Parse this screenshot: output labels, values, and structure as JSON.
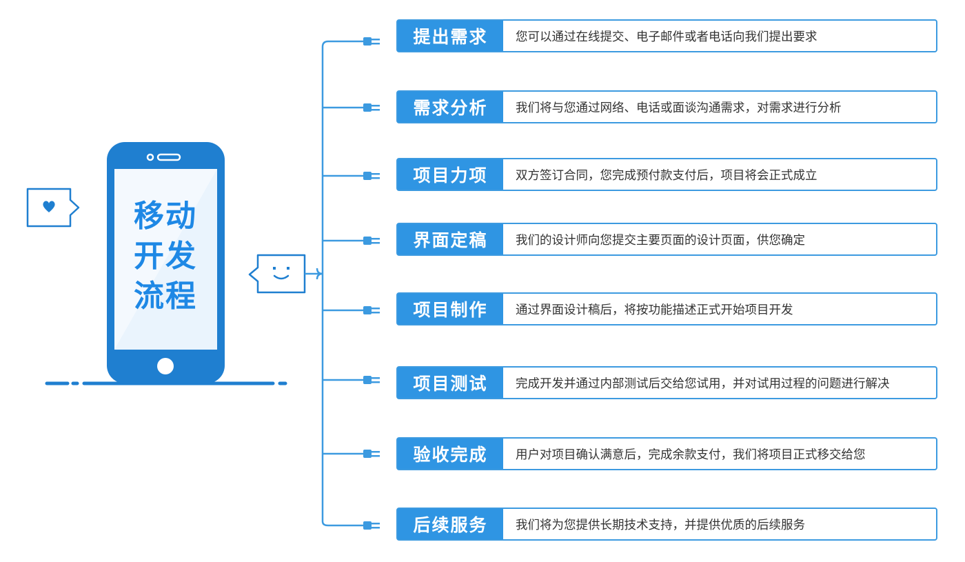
{
  "phone": {
    "line1": "移动",
    "line2": "开发",
    "line3": "流程"
  },
  "colors": {
    "primary": "#2f95e3",
    "line": "#3c9ae0",
    "phone_body": "#1f7fd0",
    "phone_screen": "#e8f3fd",
    "text": "#333333"
  },
  "steps": [
    {
      "title": "提出需求",
      "desc": "您可以通过在线提交、电子邮件或者电话向我们提出要求"
    },
    {
      "title": "需求分析",
      "desc": "我们将与您通过网络、电话或面谈沟通需求，对需求进行分析"
    },
    {
      "title": "项目力项",
      "desc": "双方签订合同，您完成预付款支付后，项目将会正式成立"
    },
    {
      "title": "界面定稿",
      "desc": "我们的设计师向您提交主要页面的设计页面，供您确定"
    },
    {
      "title": "项目制作",
      "desc": "通过界面设计稿后，将按功能描述正式开始项目开发"
    },
    {
      "title": "项目测试",
      "desc": "完成开发并通过内部测试后交给您试用，并对试用过程的问题进行解决"
    },
    {
      "title": "验收完成",
      "desc": "用户对项目确认满意后，完成余款支付，我们将项目正式移交给您"
    },
    {
      "title": "后续服务",
      "desc": "我们将为您提供长期技术支持，并提供优质的后续服务"
    }
  ],
  "icons": {
    "heart_bubble": "heart-icon",
    "smile_bubble": "smile-icon",
    "plug": "plug-icon"
  }
}
